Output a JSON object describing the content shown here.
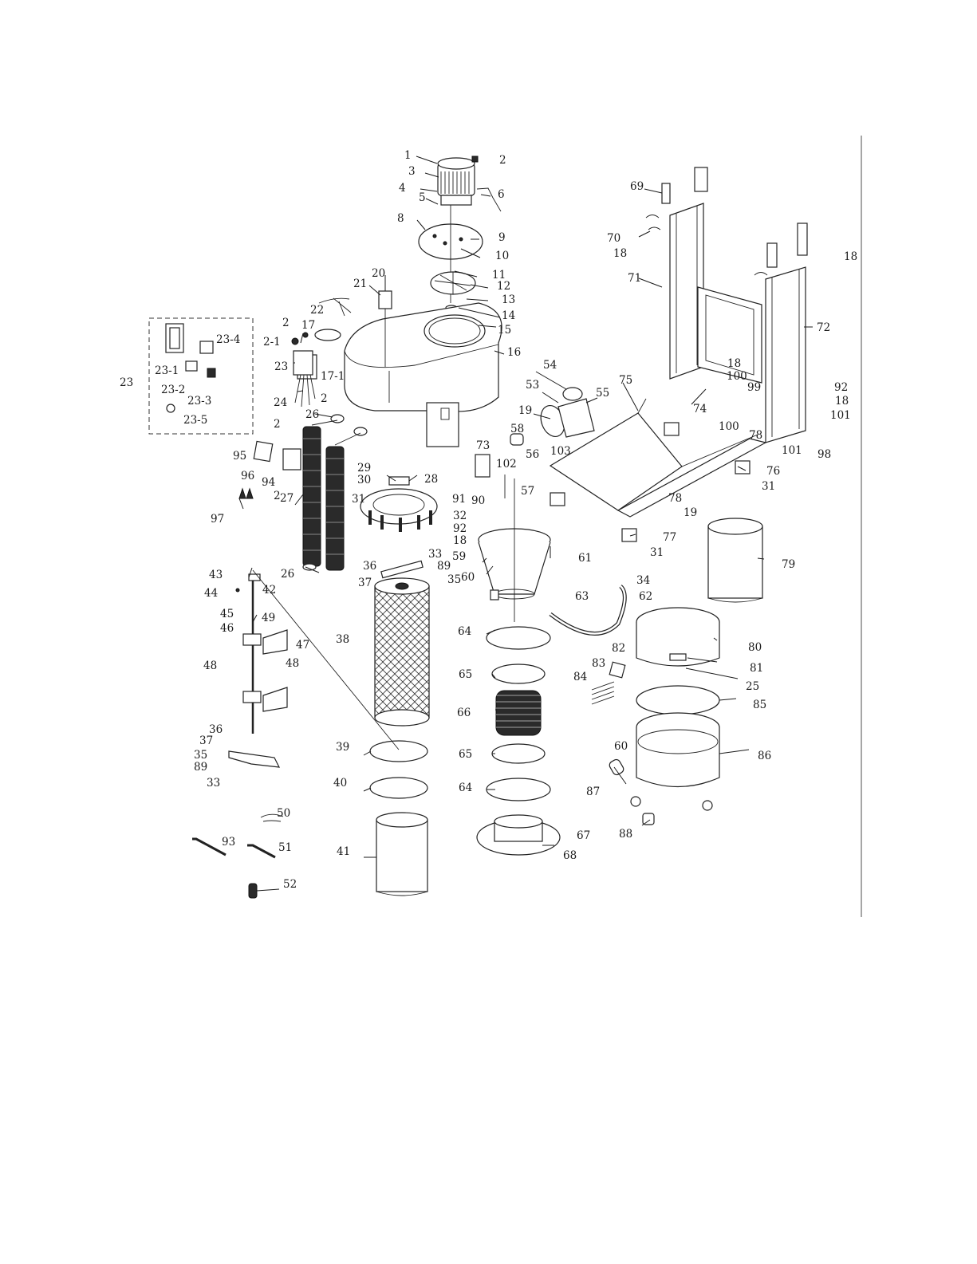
{
  "figure": {
    "callouts": [
      {
        "id": "c1",
        "text": "1"
      },
      {
        "id": "c2a",
        "text": "2"
      },
      {
        "id": "c3",
        "text": "3"
      },
      {
        "id": "c4",
        "text": "4"
      },
      {
        "id": "c5",
        "text": "5"
      },
      {
        "id": "c6",
        "text": "6"
      },
      {
        "id": "c8",
        "text": "8"
      },
      {
        "id": "c9",
        "text": "9"
      },
      {
        "id": "c10",
        "text": "10"
      },
      {
        "id": "c11",
        "text": "11"
      },
      {
        "id": "c12",
        "text": "12"
      },
      {
        "id": "c13",
        "text": "13"
      },
      {
        "id": "c14",
        "text": "14"
      },
      {
        "id": "c15",
        "text": "15"
      },
      {
        "id": "c16",
        "text": "16"
      },
      {
        "id": "c20",
        "text": "20"
      },
      {
        "id": "c21",
        "text": "21"
      },
      {
        "id": "c22",
        "text": "22"
      },
      {
        "id": "c2b",
        "text": "2"
      },
      {
        "id": "c17",
        "text": "17"
      },
      {
        "id": "c2-1",
        "text": "2-1"
      },
      {
        "id": "c17-1",
        "text": "17-1"
      },
      {
        "id": "c23b",
        "text": "23"
      },
      {
        "id": "c2c",
        "text": "2"
      },
      {
        "id": "c24",
        "text": "24"
      },
      {
        "id": "c23",
        "text": "23"
      },
      {
        "id": "c23-1",
        "text": "23-1"
      },
      {
        "id": "c23-4",
        "text": "23-4"
      },
      {
        "id": "c23-2",
        "text": "23-2"
      },
      {
        "id": "c23-3",
        "text": "23-3"
      },
      {
        "id": "c23-5",
        "text": "23-5"
      },
      {
        "id": "c26a",
        "text": "26"
      },
      {
        "id": "c2d",
        "text": "2"
      },
      {
        "id": "c95",
        "text": "95"
      },
      {
        "id": "c96",
        "text": "96"
      },
      {
        "id": "c94",
        "text": "94"
      },
      {
        "id": "c2e",
        "text": "2"
      },
      {
        "id": "c27",
        "text": "27"
      },
      {
        "id": "c97",
        "text": "97"
      },
      {
        "id": "c29",
        "text": "29"
      },
      {
        "id": "c30",
        "text": "30"
      },
      {
        "id": "c28",
        "text": "28"
      },
      {
        "id": "c31a",
        "text": "31"
      },
      {
        "id": "c32",
        "text": "32"
      },
      {
        "id": "c92a",
        "text": "92"
      },
      {
        "id": "c18a",
        "text": "18"
      },
      {
        "id": "c26b",
        "text": "26"
      },
      {
        "id": "c33a",
        "text": "33"
      },
      {
        "id": "c36a",
        "text": "36"
      },
      {
        "id": "c89a",
        "text": "89"
      },
      {
        "id": "c37a",
        "text": "37"
      },
      {
        "id": "c35a",
        "text": "35"
      },
      {
        "id": "c43",
        "text": "43"
      },
      {
        "id": "c44",
        "text": "44"
      },
      {
        "id": "c42",
        "text": "42"
      },
      {
        "id": "c45",
        "text": "45"
      },
      {
        "id": "c46",
        "text": "46"
      },
      {
        "id": "c49",
        "text": "49"
      },
      {
        "id": "c47",
        "text": "47"
      },
      {
        "id": "c48a",
        "text": "48"
      },
      {
        "id": "c48b",
        "text": "48"
      },
      {
        "id": "c38",
        "text": "38"
      },
      {
        "id": "c36b",
        "text": "36"
      },
      {
        "id": "c37b",
        "text": "37"
      },
      {
        "id": "c35b",
        "text": "35"
      },
      {
        "id": "c89b",
        "text": "89"
      },
      {
        "id": "c33b",
        "text": "33"
      },
      {
        "id": "c39",
        "text": "39"
      },
      {
        "id": "c40",
        "text": "40"
      },
      {
        "id": "c50",
        "text": "50"
      },
      {
        "id": "c93",
        "text": "93"
      },
      {
        "id": "c51",
        "text": "51"
      },
      {
        "id": "c41",
        "text": "41"
      },
      {
        "id": "c52",
        "text": "52"
      },
      {
        "id": "c73",
        "text": "73"
      },
      {
        "id": "c54",
        "text": "54"
      },
      {
        "id": "c53",
        "text": "53"
      },
      {
        "id": "c55",
        "text": "55"
      },
      {
        "id": "c19a",
        "text": "19"
      },
      {
        "id": "c58",
        "text": "58"
      },
      {
        "id": "c103",
        "text": "103"
      },
      {
        "id": "c102",
        "text": "102"
      },
      {
        "id": "c56",
        "text": "56"
      },
      {
        "id": "c91",
        "text": "91"
      },
      {
        "id": "c90",
        "text": "90"
      },
      {
        "id": "c57",
        "text": "57"
      },
      {
        "id": "c59",
        "text": "59"
      },
      {
        "id": "c61",
        "text": "61"
      },
      {
        "id": "c60a",
        "text": "60"
      },
      {
        "id": "c34",
        "text": "34"
      },
      {
        "id": "c63",
        "text": "63"
      },
      {
        "id": "c62",
        "text": "62"
      },
      {
        "id": "c64a",
        "text": "64"
      },
      {
        "id": "c65a",
        "text": "65"
      },
      {
        "id": "c66",
        "text": "66"
      },
      {
        "id": "c65b",
        "text": "65"
      },
      {
        "id": "c64b",
        "text": "64"
      },
      {
        "id": "c67",
        "text": "67"
      },
      {
        "id": "c68",
        "text": "68"
      },
      {
        "id": "c69",
        "text": "69"
      },
      {
        "id": "c70",
        "text": "70"
      },
      {
        "id": "c18b",
        "text": "18"
      },
      {
        "id": "c71",
        "text": "71"
      },
      {
        "id": "c18c",
        "text": "18"
      },
      {
        "id": "c72",
        "text": "72"
      },
      {
        "id": "c18d",
        "text": "18"
      },
      {
        "id": "c100a",
        "text": "100"
      },
      {
        "id": "c99",
        "text": "99"
      },
      {
        "id": "c92b",
        "text": "92"
      },
      {
        "id": "c18e",
        "text": "18"
      },
      {
        "id": "c74",
        "text": "74"
      },
      {
        "id": "c101a",
        "text": "101"
      },
      {
        "id": "c100b",
        "text": "100"
      },
      {
        "id": "c78a",
        "text": "78"
      },
      {
        "id": "c101b",
        "text": "101"
      },
      {
        "id": "c98",
        "text": "98"
      },
      {
        "id": "c75",
        "text": "75"
      },
      {
        "id": "c76",
        "text": "76"
      },
      {
        "id": "c31b",
        "text": "31"
      },
      {
        "id": "c19b",
        "text": "19"
      },
      {
        "id": "c78b",
        "text": "78"
      },
      {
        "id": "c77",
        "text": "77"
      },
      {
        "id": "c31c",
        "text": "31"
      },
      {
        "id": "c79",
        "text": "79"
      },
      {
        "id": "c80",
        "text": "80"
      },
      {
        "id": "c81",
        "text": "81"
      },
      {
        "id": "c25",
        "text": "25"
      },
      {
        "id": "c82",
        "text": "82"
      },
      {
        "id": "c83",
        "text": "83"
      },
      {
        "id": "c84",
        "text": "84"
      },
      {
        "id": "c85",
        "text": "85"
      },
      {
        "id": "c60b",
        "text": "60"
      },
      {
        "id": "c86",
        "text": "86"
      },
      {
        "id": "c87",
        "text": "87"
      },
      {
        "id": "c88",
        "text": "88"
      }
    ]
  }
}
